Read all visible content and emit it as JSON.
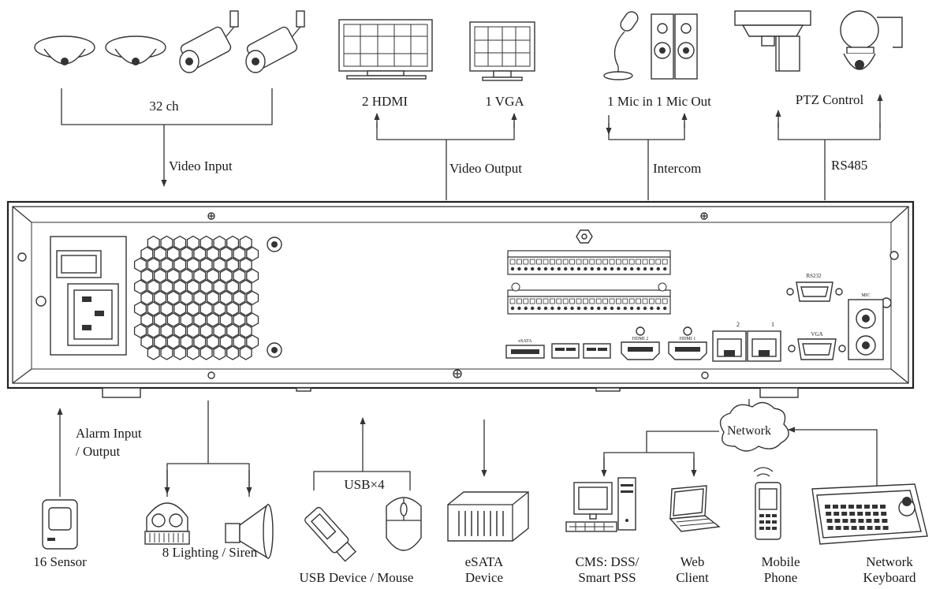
{
  "inputs": {
    "cameras_label": "32 ch",
    "video_input": "Video Input"
  },
  "display": {
    "hdmi": "2 HDMI",
    "vga": "1 VGA",
    "video_output": "Video Output"
  },
  "audio": {
    "mic": "1 Mic in 1 Mic Out",
    "intercom": "Intercom"
  },
  "ptz": {
    "control": "PTZ Control",
    "rs485": "RS485"
  },
  "alarm": {
    "io_line1": "Alarm Input",
    "io_line2": "/ Output",
    "sensor": "16 Sensor",
    "lighting": "8 Lighting / Siren"
  },
  "usb": {
    "count": "USB×4",
    "devices": "USB Device / Mouse"
  },
  "esata": {
    "line1": "eSATA",
    "line2": "Device"
  },
  "network": {
    "cloud": "Network",
    "cms_line1": "CMS: DSS/",
    "cms_line2": "Smart PSS",
    "web_line1": "Web",
    "web_line2": "Client",
    "mobile_line1": "Mobile",
    "mobile_line2": "Phone",
    "keyboard_line1": "Network",
    "keyboard_line2": "Keyboard"
  },
  "panel": {
    "rs232": "RS232",
    "vga": "VGA",
    "esata": "eSATA",
    "hdmi1": "HDMI 1",
    "hdmi2": "HDMI 2",
    "lan1": "1",
    "lan2": "2",
    "audio": "MIC"
  }
}
